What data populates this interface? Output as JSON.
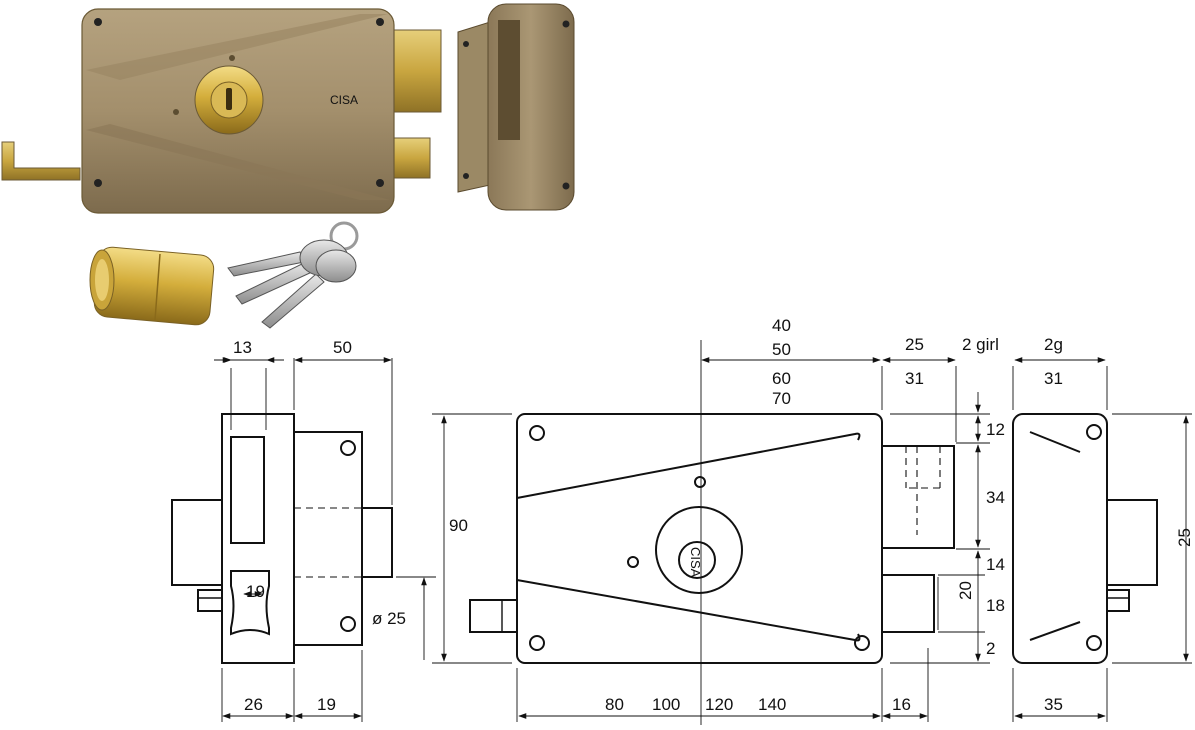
{
  "colors": {
    "brass": "#c9a640",
    "body_bronze": "#a38f6c",
    "cover_bronze": "#9c8a67",
    "line": "#111111"
  },
  "photo": {
    "lock_brand_mark": "CISA",
    "key_cylinder": "keyhole-icon",
    "keys": "keys-icon"
  },
  "dimensions": {
    "side": {
      "d13": "13",
      "d50": "50",
      "d19_inner": "19",
      "d26": "26",
      "d19": "19",
      "dia25": "ø 25"
    },
    "front": {
      "stack": [
        "40",
        "50",
        "60",
        "70"
      ],
      "d90": "90",
      "bottom": [
        "80",
        "100",
        "120",
        "140"
      ],
      "d25": "25",
      "d31": "31",
      "girl": "2 girl",
      "d16": "16",
      "right": {
        "d12": "12",
        "d34": "34",
        "d14": "14",
        "d20": "20",
        "d18": "18",
        "d2": "2"
      }
    },
    "cover": {
      "d2g": "2g",
      "d31": "31",
      "d25": "25",
      "d35": "35"
    }
  }
}
